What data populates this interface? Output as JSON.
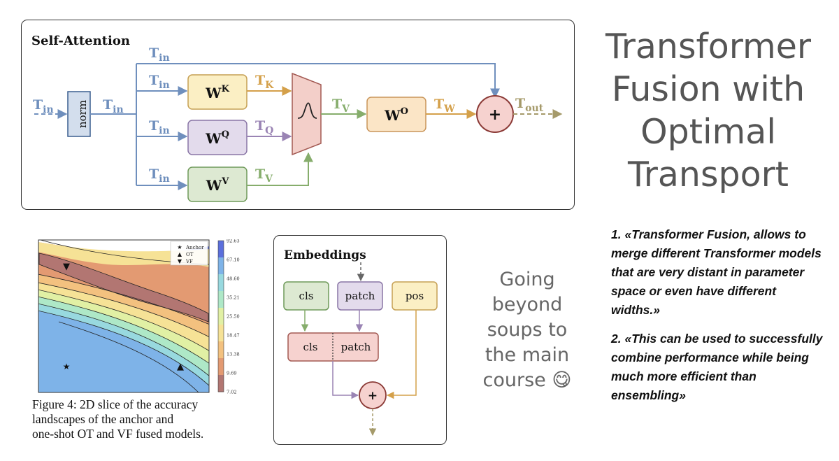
{
  "self_attention": {
    "title": "Self-Attention",
    "t_in": "T",
    "t_in_sub": "in",
    "norm": "norm",
    "wk": "W",
    "wk_sup": "K",
    "wq": "W",
    "wq_sup": "Q",
    "wv": "W",
    "wv_sup": "V",
    "wo": "W",
    "wo_sup": "O",
    "tk": "T",
    "tk_sub": "K",
    "tq": "T",
    "tq_sub": "Q",
    "tv": "T",
    "tv_sub": "V",
    "tw": "T",
    "tw_sub": "W",
    "tout": "T",
    "tout_sub": "out",
    "plus": "+"
  },
  "embeddings": {
    "title": "Embeddings",
    "cls": "cls",
    "patch": "patch",
    "pos": "pos",
    "plus": "+"
  },
  "figure": {
    "legend": [
      {
        "label": "Anchor",
        "marker": "star"
      },
      {
        "label": "OT",
        "marker": "triangle-up"
      },
      {
        "label": "VF",
        "marker": "triangle-down"
      }
    ],
    "colorbar_ticks": [
      "92.63",
      "67.10",
      "48.60",
      "35.21",
      "25.50",
      "18.47",
      "13.38",
      "9.69",
      "7.02"
    ],
    "colorbar_colors": [
      "#5b6fdc",
      "#7eb3e8",
      "#98d9df",
      "#aee8c7",
      "#e1f0a4",
      "#f6e296",
      "#f3c17f",
      "#e39a72",
      "#b27672"
    ],
    "caption_lines": [
      "Figure 4:  2D slice of the accuracy",
      "landscapes  of  the  anchor  and",
      "one-shot OT and VF fused models."
    ]
  },
  "heading_lines": [
    "Transformer",
    "Fusion with",
    "Optimal",
    "Transport"
  ],
  "side_note_lines": [
    "Going",
    "beyond",
    "soups to",
    "the main",
    "course 😋"
  ],
  "quotes": [
    "1. «Transformer Fusion, allows to merge different Transformer models that are very distant in parameter space or even have different widths.»",
    "2. «This can be used to successfully combine performance while being much more efficient than ensembling»"
  ],
  "colors": {
    "blue": "#6f8fbd",
    "orange": "#d4a04a",
    "purple": "#9a84b4",
    "green": "#86ad6c",
    "olive": "#a59a6a",
    "wk_fill": "#fbefc4",
    "wq_fill": "#e3dbec",
    "wv_fill": "#dde9d2",
    "wo_fill": "#fbe5c6",
    "softmax_fill": "#f3cfc9",
    "plus_fill": "#f6d2cf",
    "plus_stroke": "#8b3a36"
  }
}
